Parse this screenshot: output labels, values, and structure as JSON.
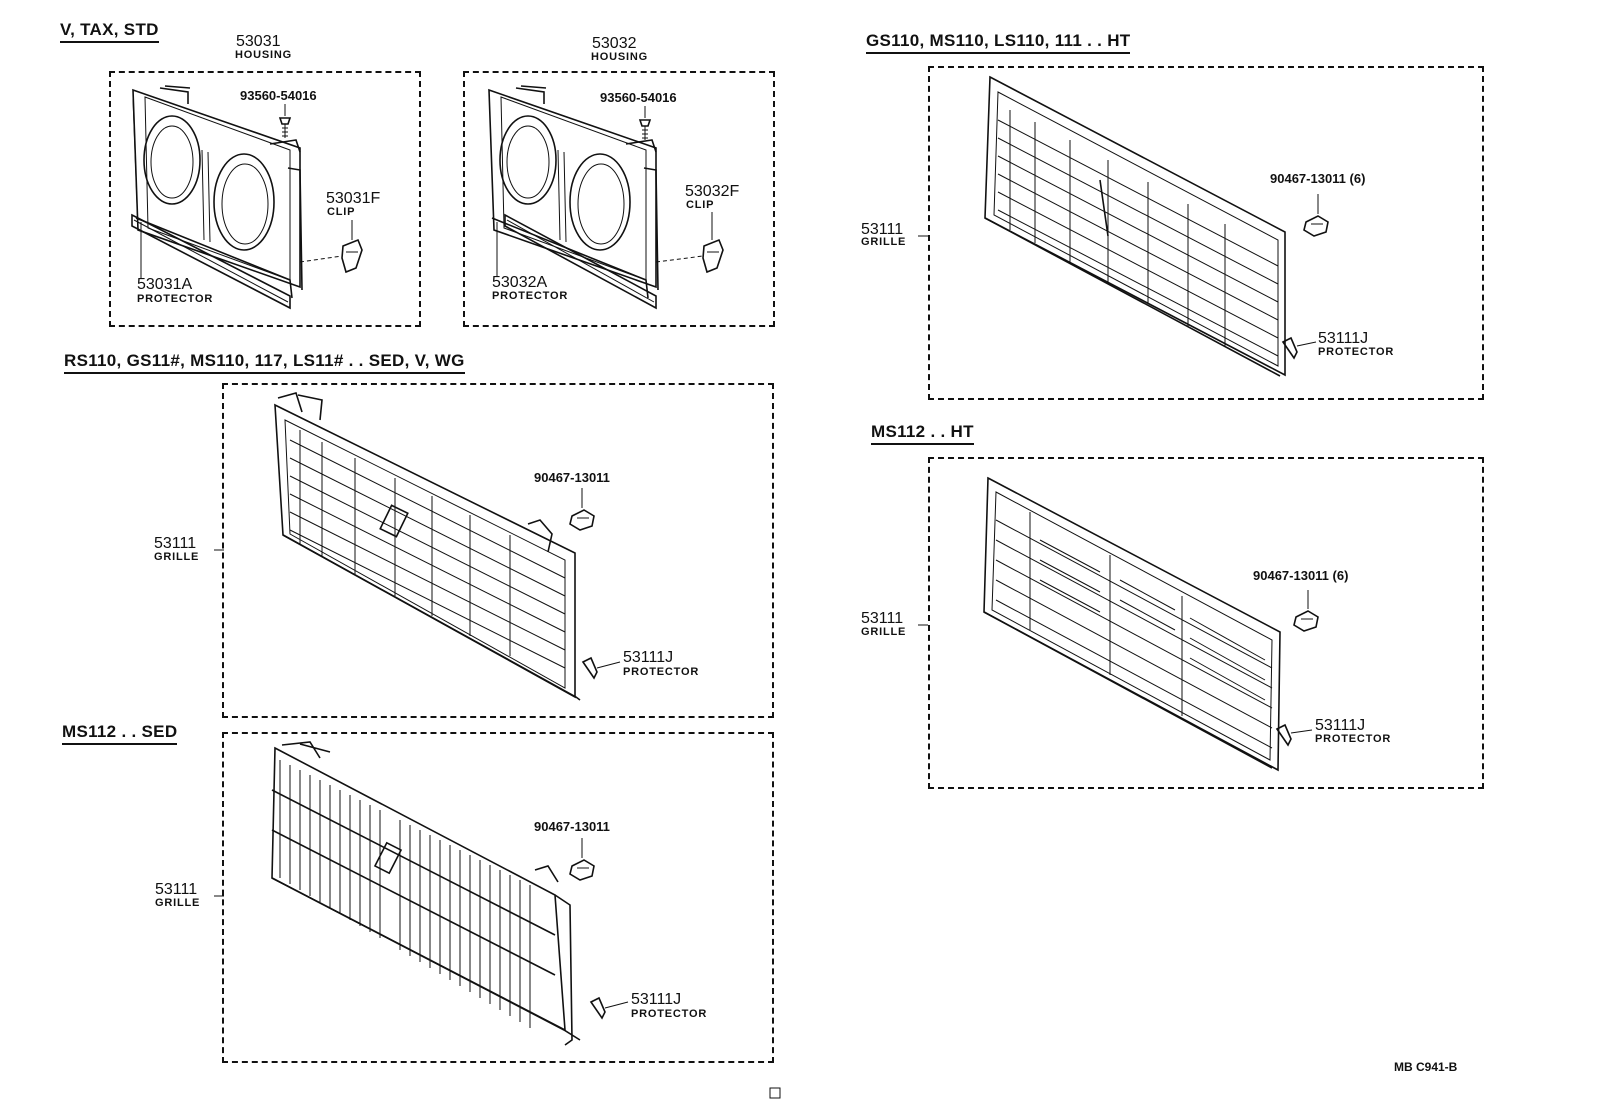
{
  "sections": {
    "housing": "V, TAX, STD",
    "rs110": "RS110, GS11#, MS110, 117, LS11# . . SED, V, WG",
    "ms112sed": "MS112 . . SED",
    "gs110ht": "GS110, MS110, LS110, 111 . . HT",
    "ms112ht": "MS112 . . HT"
  },
  "parts": {
    "housing_l": {
      "no": "53031",
      "name": "HOUSING"
    },
    "housing_r": {
      "no": "53032",
      "name": "HOUSING"
    },
    "screw_l": {
      "no": "93560-54016"
    },
    "screw_r": {
      "no": "93560-54016"
    },
    "clip_l": {
      "no": "53031F",
      "name": "CLIP"
    },
    "clip_r": {
      "no": "53032F",
      "name": "CLIP"
    },
    "prot_l": {
      "no": "53031A",
      "name": "PROTECTOR"
    },
    "prot_r": {
      "no": "53032A",
      "name": "PROTECTOR"
    },
    "grille_rs": {
      "no": "53111",
      "name": "GRILLE",
      "clip": "90467-13011",
      "prot": "53111J",
      "prot_name": "PROTECTOR"
    },
    "grille_ms_sed": {
      "no": "53111",
      "name": "GRILLE",
      "clip": "90467-13011",
      "prot": "53111J",
      "prot_name": "PROTECTOR"
    },
    "grille_gs_ht": {
      "no": "53111",
      "name": "GRILLE",
      "clip": "90467-13011 (6)",
      "prot": "53111J",
      "prot_name": "PROTECTOR"
    },
    "grille_ms_ht": {
      "no": "53111",
      "name": "GRILLE",
      "clip": "90467-13011 (6)",
      "prot": "53111J",
      "prot_name": "PROTECTOR"
    }
  },
  "footer_ref": "MB  C941-B",
  "icons": [
    "housing-illustration",
    "screw-icon",
    "clip-icon",
    "protector-strip",
    "grille-illustration"
  ]
}
